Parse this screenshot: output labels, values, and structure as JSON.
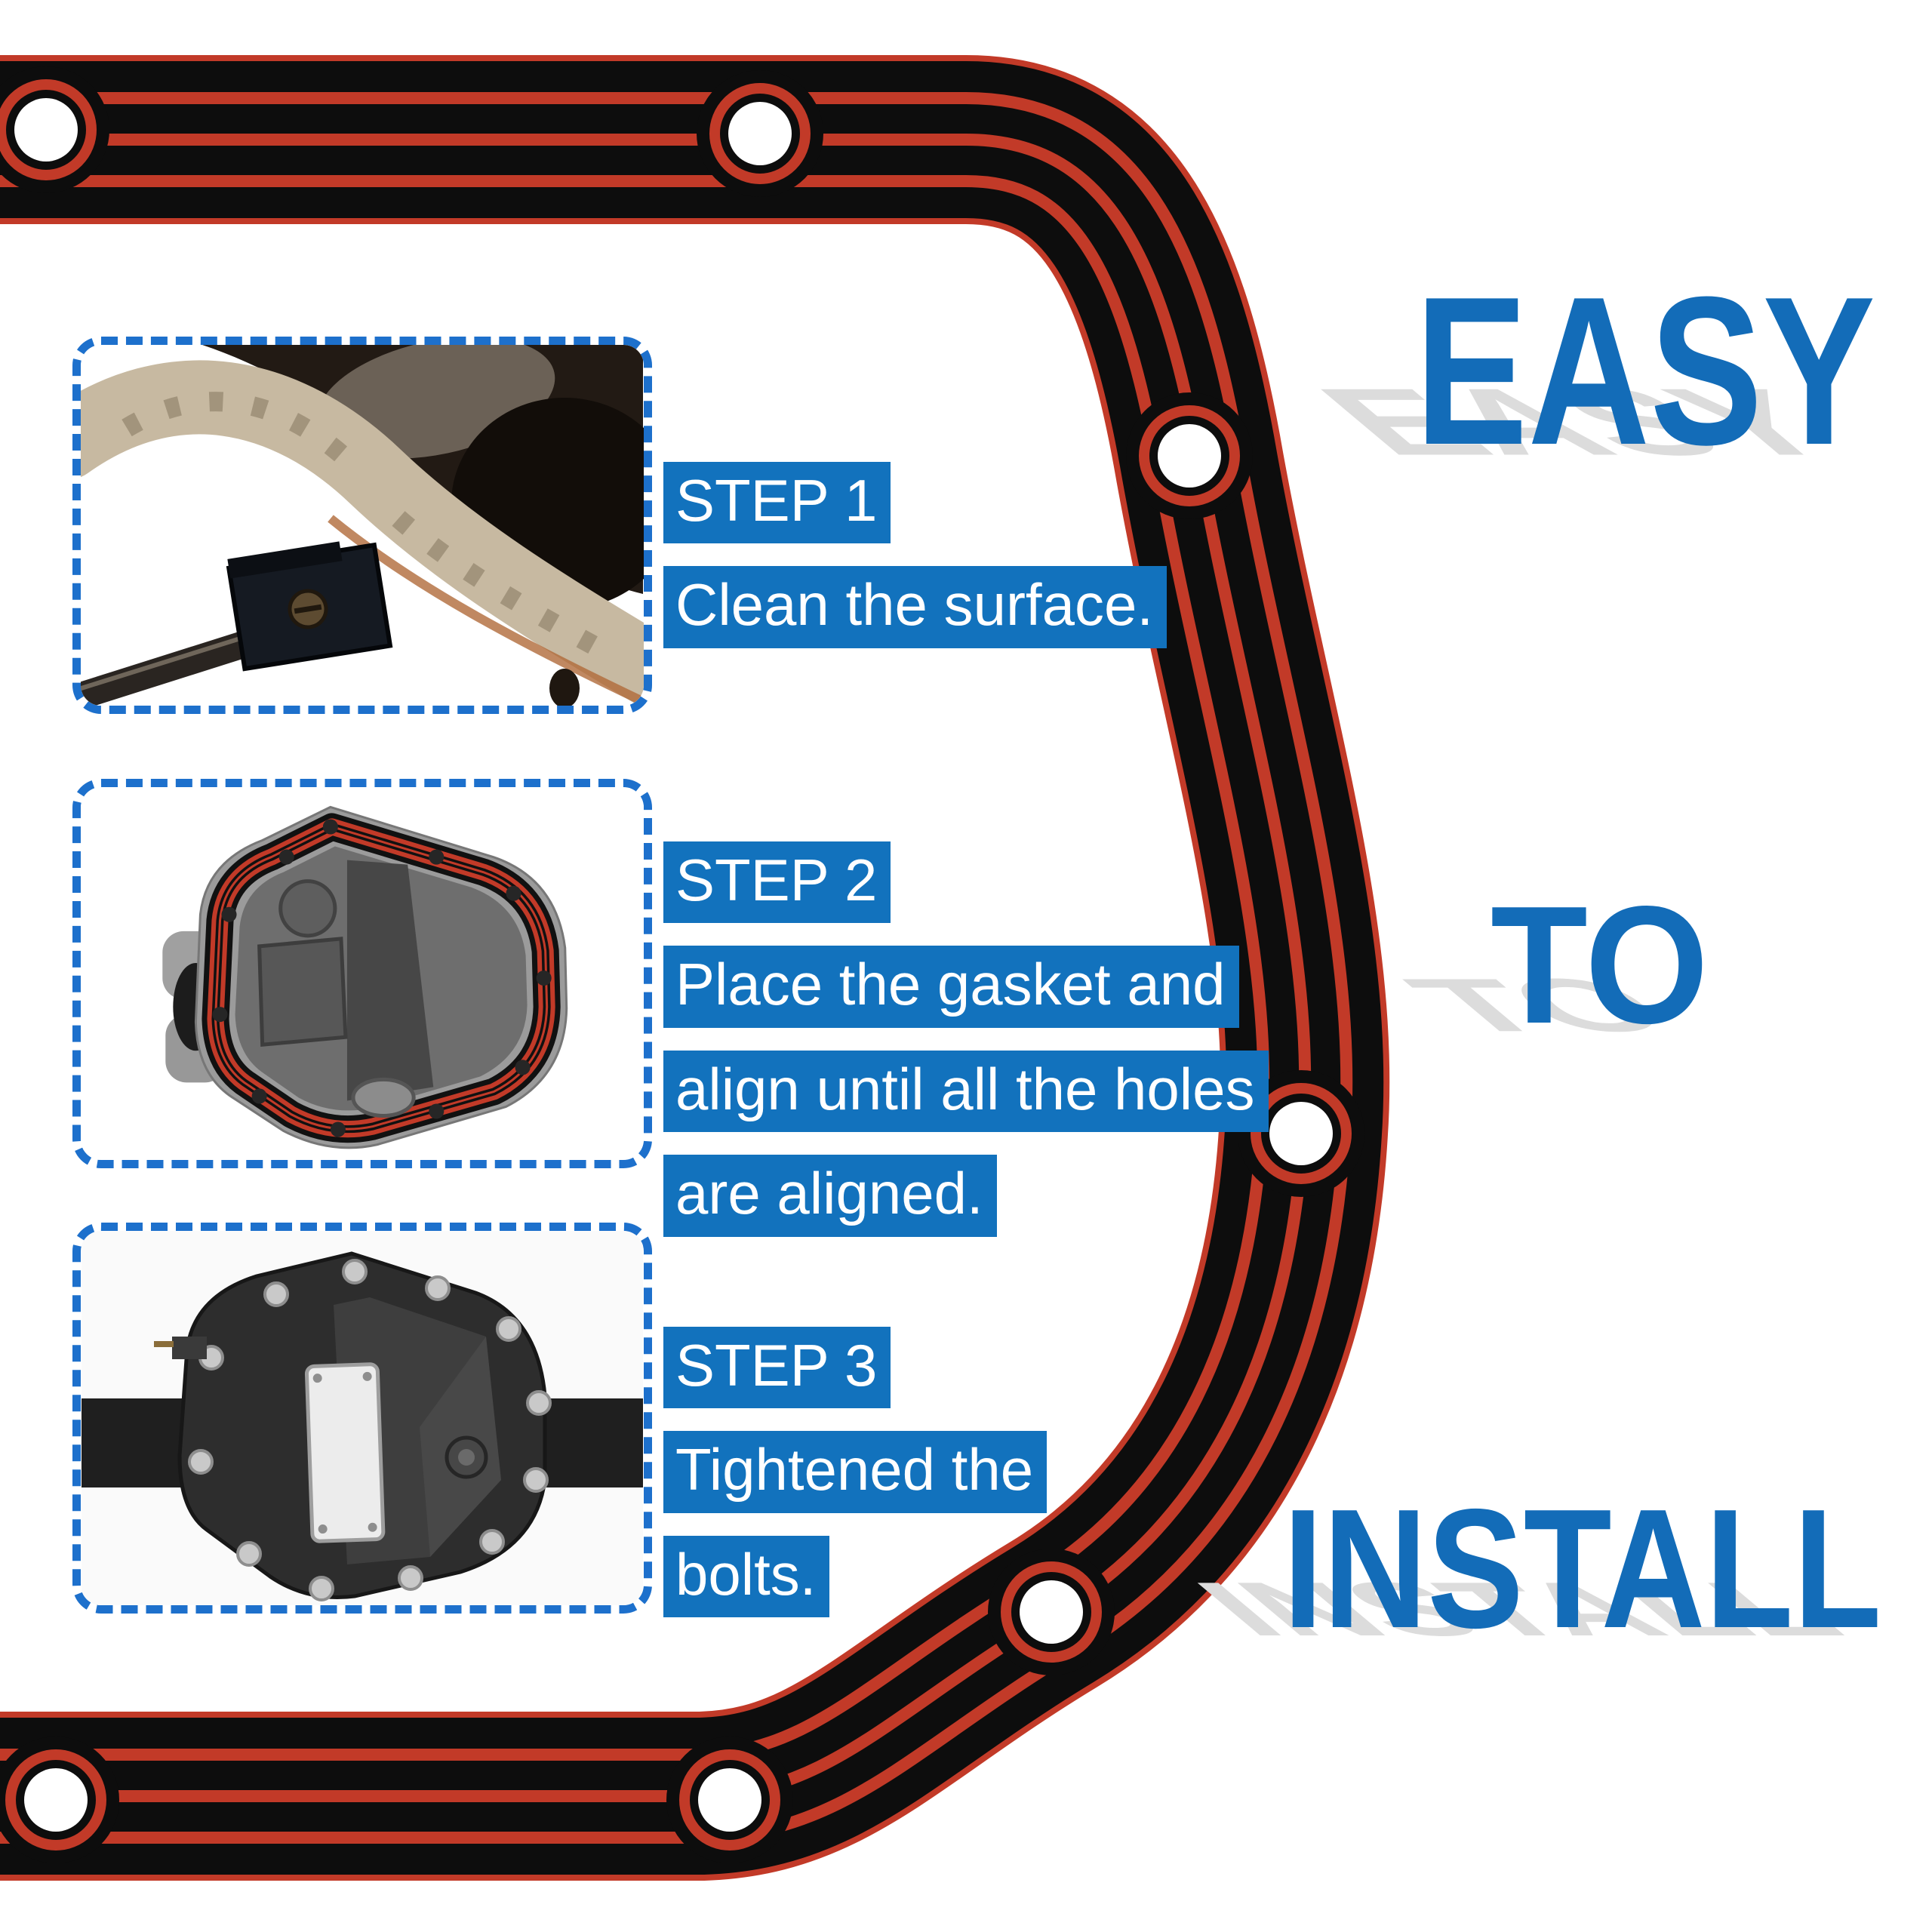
{
  "colors": {
    "accent_blue": "#1272bd",
    "heading_blue": "#136cb8",
    "dash_blue": "#1d70cc",
    "gasket_red": "#c23a28",
    "gasket_black": "#0d0d0d",
    "shadow_gray": "#dcdcdc"
  },
  "headings": {
    "easy": "EASY",
    "to": "TO",
    "install": "INSTALL"
  },
  "steps": [
    {
      "label": "STEP 1",
      "lines": [
        "Clean the surface."
      ]
    },
    {
      "label": "STEP 2",
      "lines": [
        "Place the gasket and",
        "align until all the holes",
        "are aligned."
      ]
    },
    {
      "label": "STEP 3",
      "lines": [
        "Tightened the",
        "bolts."
      ]
    }
  ],
  "photos": [
    {
      "name": "clean-surface-photo"
    },
    {
      "name": "place-gasket-photo"
    },
    {
      "name": "tighten-bolts-photo"
    }
  ]
}
